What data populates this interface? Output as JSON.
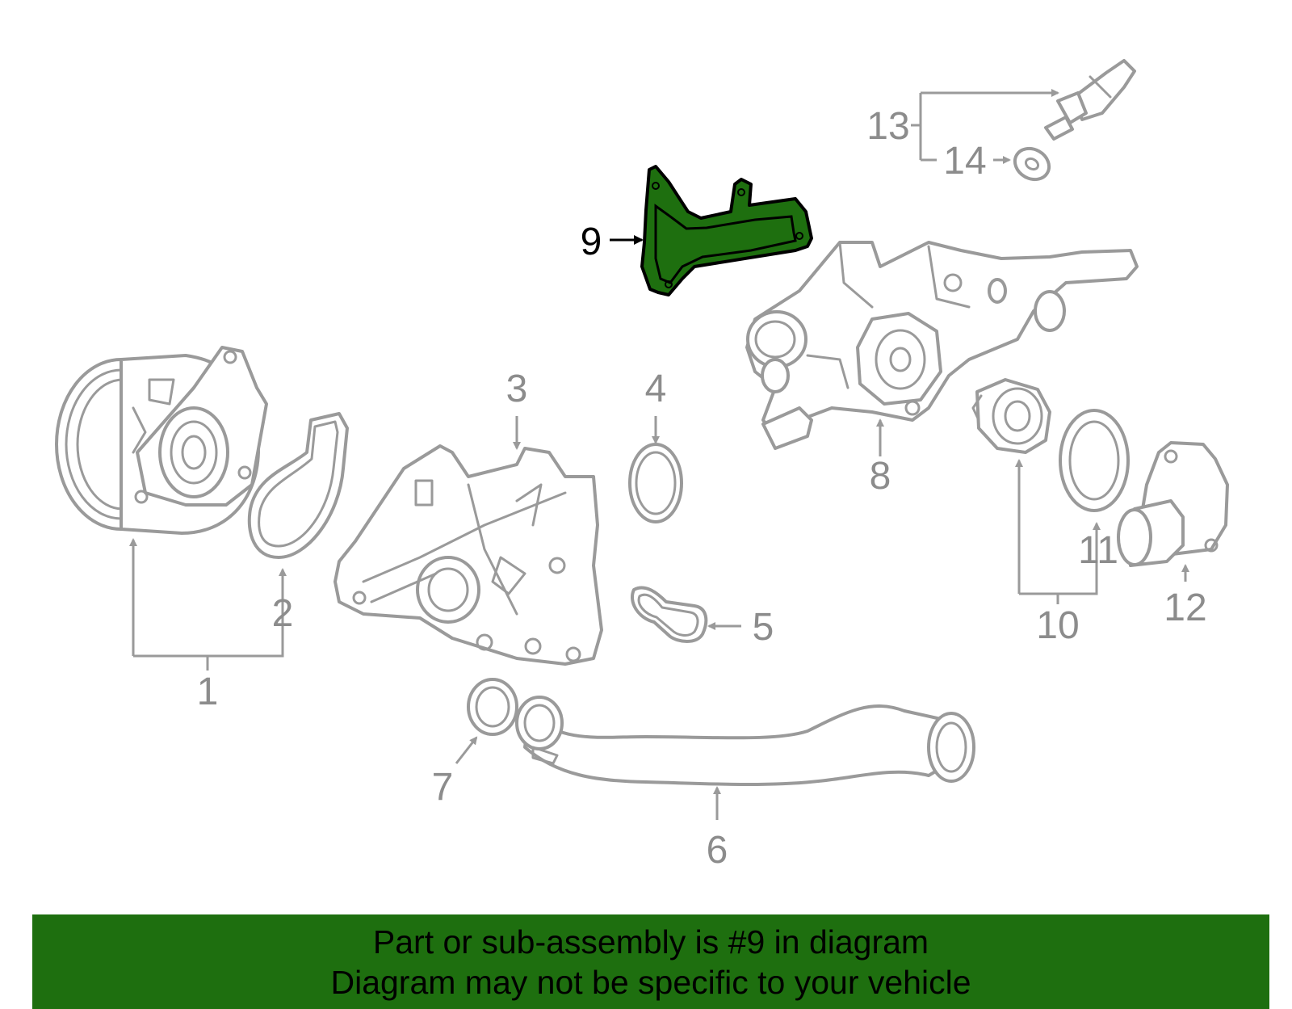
{
  "highlight_color": "#1e6f0f",
  "highlighted_part": "9",
  "callouts": {
    "c1": "1",
    "c2": "2",
    "c3": "3",
    "c4": "4",
    "c5": "5",
    "c6": "6",
    "c7": "7",
    "c8": "8",
    "c9": "9",
    "c10": "10",
    "c11": "11",
    "c12": "12",
    "c13": "13",
    "c14": "14"
  },
  "banner": {
    "line1": "Part or sub-assembly is #9 in diagram",
    "line2": "Diagram may not be specific to your vehicle"
  }
}
